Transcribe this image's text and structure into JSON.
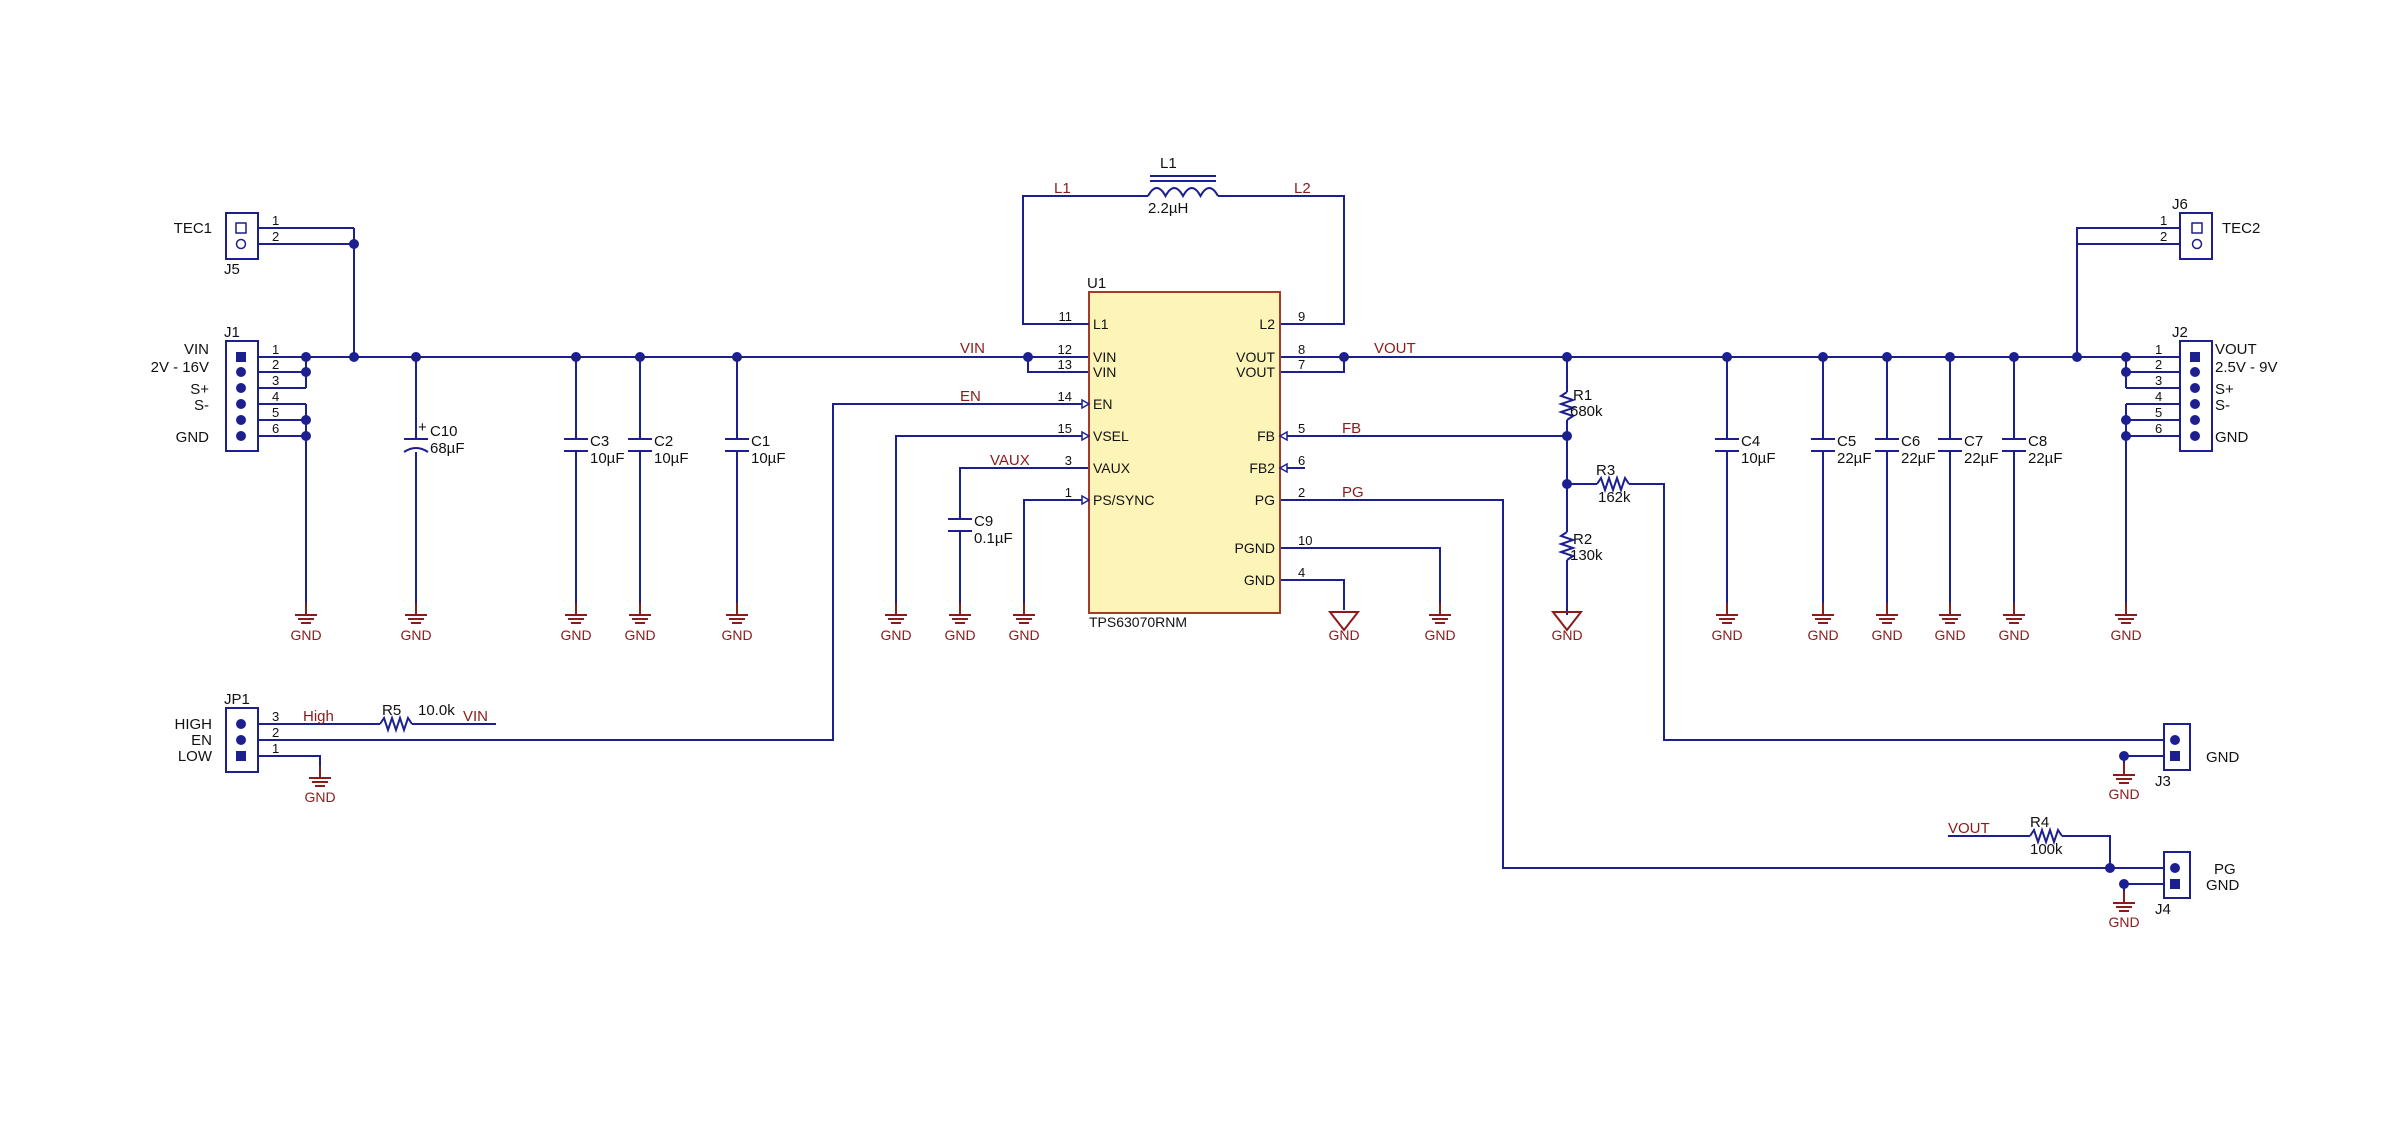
{
  "ic": {
    "ref": "U1",
    "part": "TPS63070RNM",
    "pins_left": [
      {
        "num": "11",
        "name": "L1"
      },
      {
        "num": "12",
        "name": "VIN"
      },
      {
        "num": "13",
        "name": "VIN"
      },
      {
        "num": "14",
        "name": "EN"
      },
      {
        "num": "15",
        "name": "VSEL"
      },
      {
        "num": "3",
        "name": "VAUX"
      },
      {
        "num": "1",
        "name": "PS/SYNC"
      }
    ],
    "pins_right": [
      {
        "num": "9",
        "name": "L2"
      },
      {
        "num": "8",
        "name": "VOUT"
      },
      {
        "num": "7",
        "name": "VOUT"
      },
      {
        "num": "5",
        "name": "FB"
      },
      {
        "num": "6",
        "name": "FB2"
      },
      {
        "num": "2",
        "name": "PG"
      },
      {
        "num": "10",
        "name": "PGND"
      },
      {
        "num": "4",
        "name": "GND"
      }
    ]
  },
  "inductor": {
    "ref": "L1",
    "value": "2.2µH",
    "net_left": "L1",
    "net_right": "L2"
  },
  "nets": {
    "vin": "VIN",
    "en": "EN",
    "vaux": "VAUX",
    "vout": "VOUT",
    "fb": "FB",
    "pg": "PG",
    "high": "High",
    "gnd": "GND"
  },
  "capacitors": [
    {
      "ref": "C10",
      "value": "68µF"
    },
    {
      "ref": "C3",
      "value": "10µF"
    },
    {
      "ref": "C2",
      "value": "10µF"
    },
    {
      "ref": "C1",
      "value": "10µF"
    },
    {
      "ref": "C9",
      "value": "0.1µF"
    },
    {
      "ref": "C4",
      "value": "10µF"
    },
    {
      "ref": "C5",
      "value": "22µF"
    },
    {
      "ref": "C6",
      "value": "22µF"
    },
    {
      "ref": "C7",
      "value": "22µF"
    },
    {
      "ref": "C8",
      "value": "22µF"
    }
  ],
  "resistors": [
    {
      "ref": "R1",
      "value": "680k"
    },
    {
      "ref": "R2",
      "value": "130k"
    },
    {
      "ref": "R3",
      "value": "162k"
    },
    {
      "ref": "R4",
      "value": "100k"
    },
    {
      "ref": "R5",
      "value": "10.0k"
    }
  ],
  "connectors": {
    "j1": {
      "ref": "J1",
      "labels": [
        "VIN",
        "2V - 16V",
        "S+",
        "S-",
        "GND"
      ],
      "pins": [
        "1",
        "2",
        "3",
        "4",
        "5",
        "6"
      ]
    },
    "j2": {
      "ref": "J2",
      "labels": [
        "VOUT",
        "2.5V - 9V",
        "S+",
        "S-",
        "GND"
      ],
      "pins": [
        "1",
        "2",
        "3",
        "4",
        "5",
        "6"
      ]
    },
    "j3": {
      "ref": "J3",
      "label": "GND"
    },
    "j4": {
      "ref": "J4",
      "labels": [
        "PG",
        "GND"
      ]
    },
    "j5": {
      "ref": "J5",
      "label": "TEC1",
      "pins": [
        "1",
        "2"
      ]
    },
    "j6": {
      "ref": "J6",
      "label": "TEC2",
      "pins": [
        "1",
        "2"
      ]
    },
    "jp1": {
      "ref": "JP1",
      "labels": [
        "HIGH",
        "EN",
        "LOW"
      ],
      "pins": [
        "3",
        "2",
        "1"
      ]
    }
  }
}
